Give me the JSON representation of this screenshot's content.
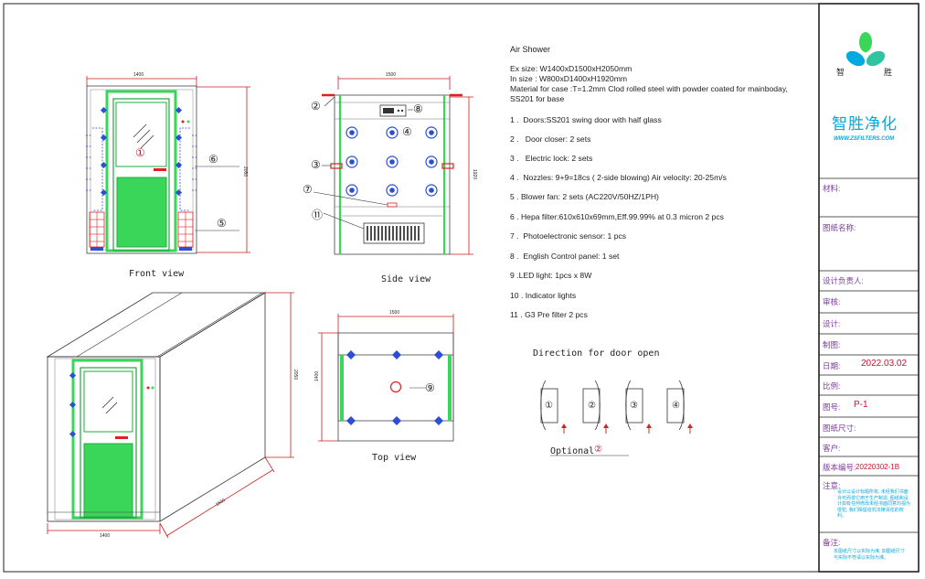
{
  "title": "Air Shower",
  "specs": [
    "Ex size: W1400xD1500xH2050mm",
    "In size : W800xD1400xH1920mm",
    "Material for case :T=1.2mm Clod rolled steel with powder coated for mainboday,",
    "SS201 for base"
  ],
  "items": [
    {
      "no": "1",
      "text": "Doors:SS201 swing door with half  glass"
    },
    {
      "no": "2",
      "text": "Door closer: 2 sets"
    },
    {
      "no": "3",
      "text": "Electric lock: 2 sets"
    },
    {
      "no": "4",
      "text": "Nozzles: 9+9=18cs ( 2-side blowing)  Air velocity: 20-25m/s"
    },
    {
      "no": "5",
      "text": "Blower fan:        2 sets   (AC220V/50HZ/1PH)"
    },
    {
      "no": "6",
      "text": "Hepa filter:610x610x69mm,Eff.99.99% at 0.3 micron   2 pcs"
    },
    {
      "no": "7",
      "text": "Photoelectronic sensor: 1 pcs"
    },
    {
      "no": "8",
      "text": "English Control  panel: 1 set"
    },
    {
      "no": "9",
      "text": "LED light:  1pcs x 8W"
    },
    {
      "no": "10",
      "text": "Indicator lights"
    },
    {
      "no": "11",
      "text": "G3 Pre filter  2 pcs"
    }
  ],
  "views": {
    "front": "Front view",
    "side": "Side view",
    "top": "Top view",
    "direction": "Direction  for  door  open",
    "optional": "Optional"
  },
  "dimensions": {
    "front_width": "1400",
    "front_height": "2050",
    "side_width": "1500",
    "side_height": "1920",
    "top_width": "1500",
    "top_depth": "1400",
    "iso_width": "1400",
    "iso_depth": "1500",
    "iso_height": "2050"
  },
  "callouts": {
    "c1": "①",
    "c2": "②",
    "c3": "③",
    "c4": "④",
    "c5": "⑤",
    "c6": "⑥",
    "c7": "⑦",
    "c8": "⑧",
    "c9": "⑨",
    "c11": "⑪"
  },
  "brand": {
    "logo_left": "智",
    "logo_right": "胜",
    "name": "智胜净化",
    "url": "WWW.ZSFILTERS.COM"
  },
  "title_block": {
    "material": "材料:",
    "drawing_name": "图纸名称:",
    "designer": "设计负责人:",
    "review": "审核:",
    "design": "设计:",
    "drafting": "制图:",
    "date_label": "日期:",
    "date_value": "2022.03.02",
    "scale": "比例:",
    "drawing_no_label": "图号:",
    "drawing_no_value": "P-1",
    "size": "图纸尺寸:",
    "customer": "客户:",
    "version_label": "版本编号:",
    "version_value": "20220302-1B",
    "notes_label": "注意:",
    "notes_text": "设计以设计标题所有, 未经我们书面许可而将它用于生产制造, 图纸和设计如有任何修改未经书面同意均视为侵犯, 我们保留追究法律责任的权利。",
    "remarks_label": "备注:",
    "remarks_text": "本图纸尺寸以实际为准, 如图纸尺寸与实际不符请以实际为准。"
  },
  "colors": {
    "green": "#3ad65a",
    "green_dark": "#21a83e",
    "red": "#e02020",
    "blue": "#2a4fd6",
    "brand_blue": "#00a9e0"
  }
}
